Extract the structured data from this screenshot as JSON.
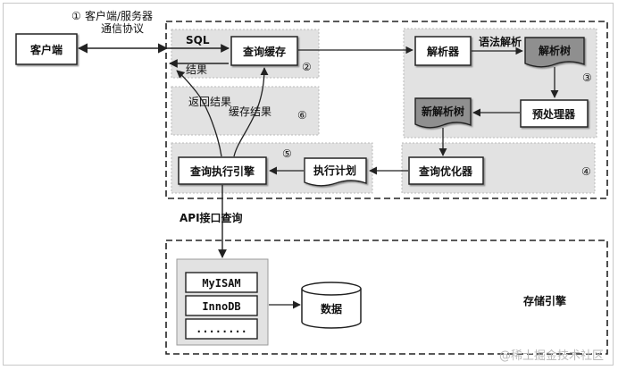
{
  "labels": {
    "client": "客户端",
    "protocol_number": "①",
    "protocol_line1": "客户端/服务器",
    "protocol_line2": "通信协议",
    "sql": "SQL",
    "result": "结果",
    "query_cache": "查询缓存",
    "cache_number": "②",
    "parser": "解析器",
    "syntax_parse": "语法解析",
    "parse_tree": "解析树",
    "parse_number": "③",
    "return_result": "返回结果",
    "cache_result": "缓存结果",
    "return_number": "⑥",
    "new_parse_tree": "新解析树",
    "preprocessor": "预处理器",
    "query_engine": "查询执行引擎",
    "exec_number": "⑤",
    "exec_plan": "执行计划",
    "optimizer": "查询优化器",
    "optimizer_number": "④",
    "api_query": "API接口查询",
    "myisam": "MyISAM",
    "innodb": "InnoDB",
    "dots": "........",
    "data": "数据",
    "storage_engine": "存储引擎",
    "watermark": "@稀土掘金技术社区"
  },
  "colors": {
    "line": "#222222",
    "shade": "#e2e2e2",
    "box": "#ffffff",
    "doc_dark": "#8f8f8f"
  }
}
